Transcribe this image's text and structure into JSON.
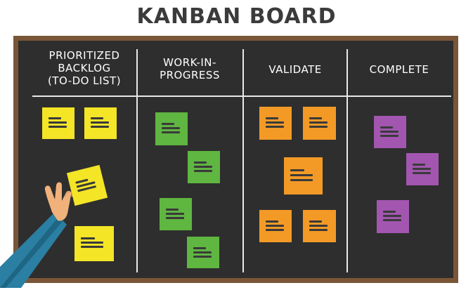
{
  "title": "KANBAN BOARD",
  "columns": [
    {
      "lines": [
        "PRIORITIZED",
        "BACKLOG",
        "(TO-DO LIST)"
      ]
    },
    {
      "lines": [
        "WORK-IN-",
        "PROGRESS"
      ]
    },
    {
      "lines": [
        "VALIDATE"
      ]
    },
    {
      "lines": [
        "COMPLETE"
      ]
    }
  ],
  "colors": {
    "board": "#2e2e2e",
    "frame": "#7a5638",
    "backlog_note": "#f4e527",
    "wip_note": "#5fb640",
    "validate_note": "#f39a26",
    "complete_note": "#a256b0",
    "sleeve": "#2a7fa3",
    "skin": "#f0b27a"
  },
  "icons": [
    "sticky-note",
    "hand-holding-note"
  ]
}
